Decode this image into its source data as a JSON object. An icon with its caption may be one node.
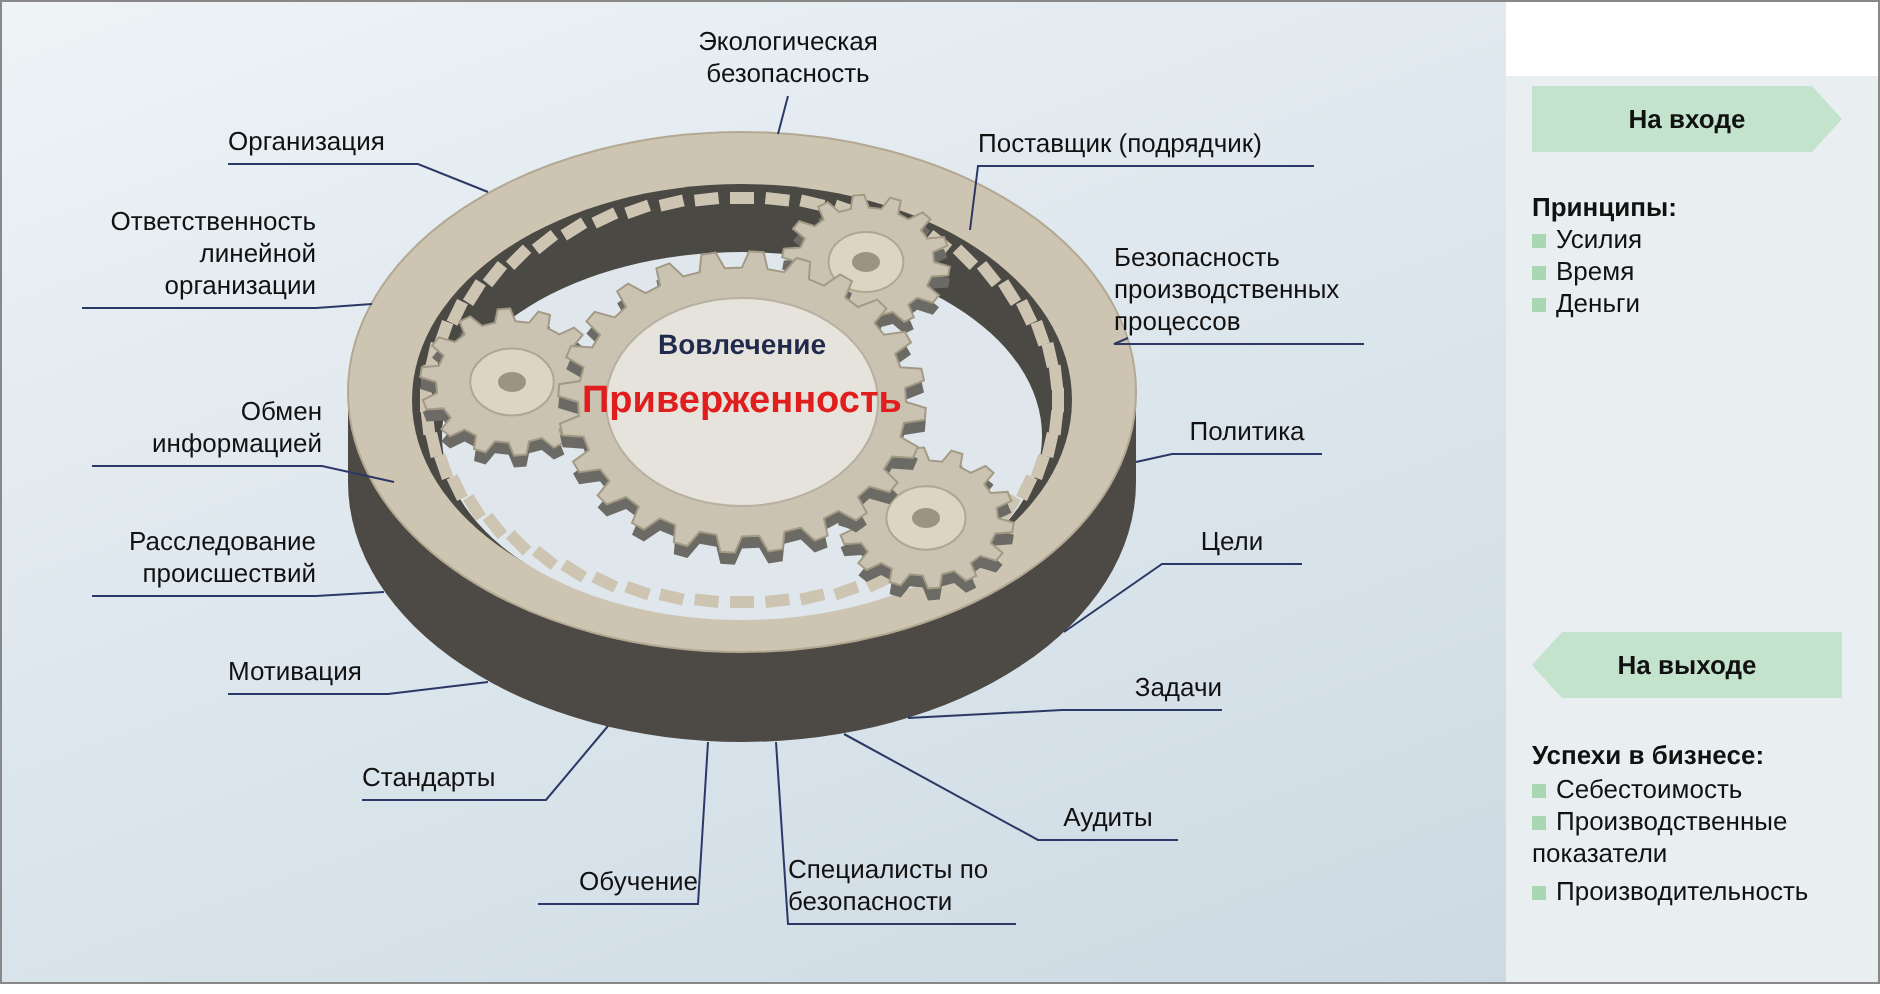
{
  "diagram": {
    "nodes": [
      {
        "text": [],
        "shape": "picture"
      },
      {
        "text": [
          "Вовлечение",
          "Приверженность"
        ],
        "in": 0
      },
      {
        "text": [
          "Экологическая безопасность"
        ]
      },
      {
        "text": [
          "Организация"
        ]
      },
      {
        "text": [
          "Поставщик (подрядчик)"
        ]
      },
      {
        "text": [
          "Ответственность линейной организации"
        ]
      },
      {
        "text": [
          "Безопасность производственных процессов"
        ]
      },
      {
        "text": [
          "Обмен информацией"
        ]
      },
      {
        "text": [
          "Политика"
        ]
      },
      {
        "text": [
          "Расследование происшествий"
        ]
      },
      {
        "text": [
          "Цели"
        ]
      },
      {
        "text": [
          "Мотивация"
        ]
      },
      {
        "text": [
          "Задачи"
        ]
      },
      {
        "text": [
          "Стандарты"
        ]
      },
      {
        "text": [
          "Аудиты"
        ]
      },
      {
        "text": [
          "Обучение"
        ]
      },
      {
        "text": [
          "Специалисты по безопасности"
        ]
      },
      {
        "text": [
          "На входе"
        ]
      },
      {
        "text": [
          "На выходе"
        ]
      }
    ],
    "edges": [
      {
        "from": 2,
        "to": 0,
        "arrow": "none"
      },
      {
        "from": 3,
        "to": 0,
        "arrow": "none"
      },
      {
        "from": 4,
        "to": 0,
        "arrow": "none"
      },
      {
        "from": 5,
        "to": 0,
        "arrow": "none"
      },
      {
        "from": 6,
        "to": 0,
        "arrow": "none"
      },
      {
        "from": 7,
        "to": 0,
        "arrow": "none"
      },
      {
        "from": 8,
        "to": 0,
        "arrow": "none"
      },
      {
        "from": 9,
        "to": 0,
        "arrow": "none"
      },
      {
        "from": 10,
        "to": 0,
        "arrow": "none"
      },
      {
        "from": 11,
        "to": 0,
        "arrow": "none"
      },
      {
        "from": 12,
        "to": 0,
        "arrow": "none"
      },
      {
        "from": 13,
        "to": 0,
        "arrow": "none"
      },
      {
        "from": 14,
        "to": 0,
        "arrow": "none"
      },
      {
        "from": 15,
        "to": 0,
        "arrow": "none"
      },
      {
        "from": 16,
        "to": 0,
        "arrow": "none"
      }
    ],
    "labels": [
      "Принципы:",
      "Усилия",
      "Время",
      "Деньги",
      "Успехи в бизнесе:",
      "Себестоимость",
      "Производственные показатели",
      "Производительность"
    ]
  }
}
